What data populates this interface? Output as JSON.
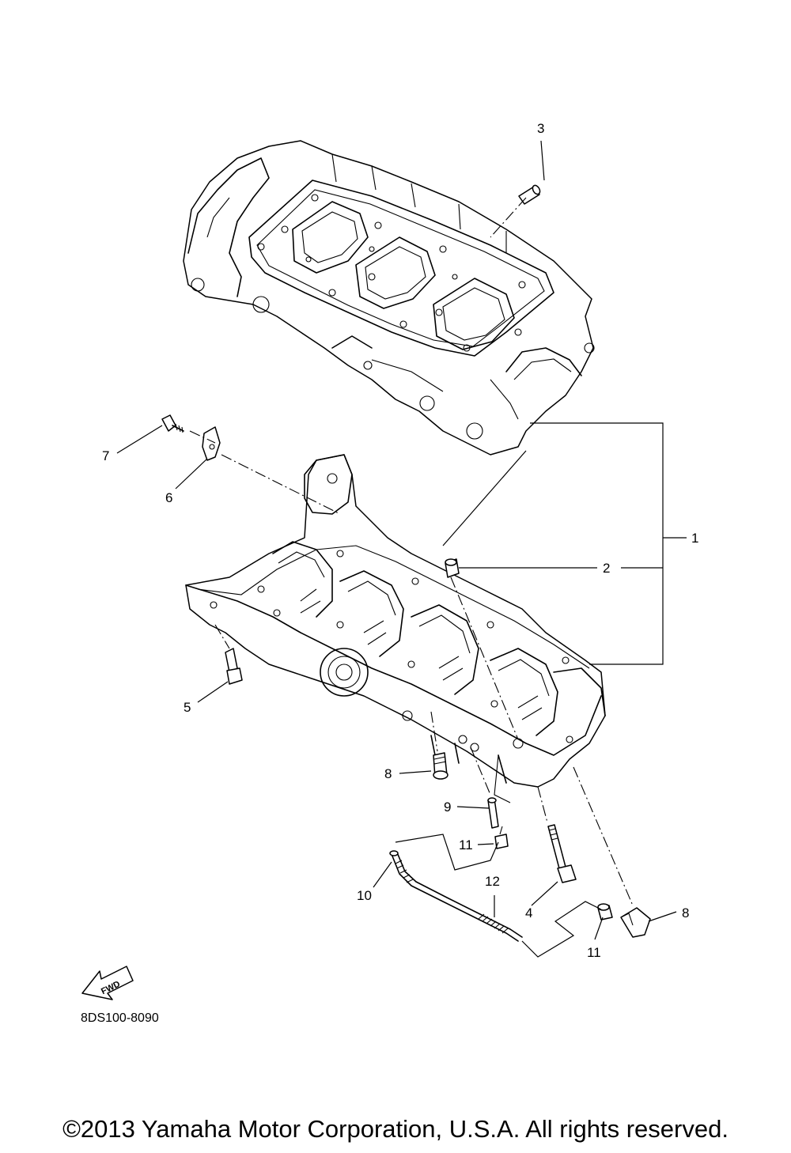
{
  "labels": {
    "p1": "1",
    "p2": "2",
    "p3": "3",
    "p4": "4",
    "p5": "5",
    "p6": "6",
    "p7": "7",
    "p8a": "8",
    "p8b": "8",
    "p9": "9",
    "p10": "10",
    "p11a": "11",
    "p11b": "11",
    "p12": "12"
  },
  "fwd": "FWD",
  "diagram_code": "8DS100-8090",
  "copyright": "©2013 Yamaha Motor Corporation, U.S.A. All rights reserved."
}
